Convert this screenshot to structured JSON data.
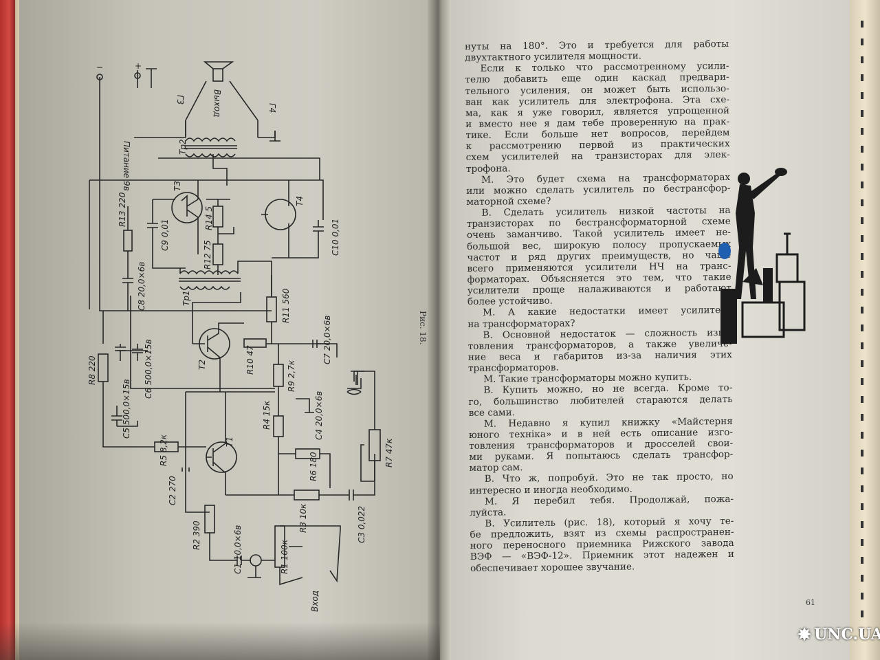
{
  "left_page": {
    "figure_caption": "Рис. 18.",
    "labels": {
      "power": "Питание 9в",
      "output": "Выход",
      "input": "Вход",
      "g3": "Г3",
      "g4": "Г4",
      "tr2": "Тр2",
      "tr1": "Тр1",
      "t1": "Т1",
      "t2": "Т2",
      "t3": "Т3",
      "t4": "Т4",
      "r1": "R1 100к",
      "r2": "R2 390",
      "r3": "R3 10к",
      "r4": "R4 15к",
      "r5": "R5 8,2к",
      "r6": "R6 180",
      "r7": "R7 47к",
      "r8": "R8 220",
      "r9": "R9 2,7к",
      "r10": "R10 47",
      "r11": "R11 560",
      "r12": "R12 75",
      "r13": "R13 220",
      "r14": "R14 5",
      "c1": "C1 10,0×6в",
      "c2": "C2 270",
      "c3": "C3 0,022",
      "c4": "C4 20,0×6в",
      "c5": "C5 500,0×15в",
      "c6": "C6 500,0×15в",
      "c7": "C7 20,0×6в",
      "c8": "C8 20,0×6в",
      "c9": "C9 0,01",
      "c10": "C10 0,01",
      "minus": "−",
      "plus": "+"
    }
  },
  "right_page": {
    "page_number": "61",
    "paragraphs": [
      {
        "lines": [
          "нуты на 180°. Это и требуется для работы",
          "двухтактного усилителя мощности."
        ],
        "first_indent": false
      },
      {
        "lines": [
          "Если к только что рассмотренному усили-",
          "телю добавить еще один каскад предвари-",
          "тельного усиления, он может быть использо-",
          "ван как усилитель для электрофона. Эта схе-",
          "ма, как я уже говорил, является упрощенной",
          "и вместо нее я дам тебе проверенную на прак-",
          "тике. Если больше нет вопросов, перейдем",
          "к рассмотрению первой из практических",
          "схем усилителей на транзисторах для элек-",
          "трофона."
        ],
        "first_indent": true
      },
      {
        "lines": [
          "М. Это будет схема на трансформаторах",
          "или можно сделать усилитель по бестрансфор-",
          "маторной схеме?"
        ],
        "first_indent": true
      },
      {
        "lines": [
          "В. Сделать усилитель низкой частоты на",
          "транзисторах по бестрансформаторной схеме",
          "очень заманчиво. Такой усилитель имеет не-",
          "большой вес, широкую полосу пропускаемых",
          "частот и ряд других преимуществ, но чаще",
          "всего применяются усилители НЧ на транс-",
          "форматорах. Объясняется это тем, что такие",
          "усилители проще налаживаются и работают",
          "более устойчиво."
        ],
        "first_indent": true
      },
      {
        "lines": [
          "М. А какие недостатки имеет усилитель",
          "на трансформаторах?"
        ],
        "first_indent": true
      },
      {
        "lines": [
          "В. Основной недостаток — сложность изго-",
          "товления трансформаторов, а также увеличе-",
          "ние веса и габаритов из-за наличия этих",
          "трансформаторов."
        ],
        "first_indent": true
      },
      {
        "lines": [
          "М. Такие трансформаторы можно купить."
        ],
        "first_indent": true
      },
      {
        "lines": [
          "В. Купить можно, но не всегда. Кроме то-",
          "го, большинство любителей стараются делать",
          "все сами."
        ],
        "first_indent": true
      },
      {
        "lines": [
          "М. Недавно я купил книжку «Майстерня",
          "юного техніка» и в ней есть описание изго-",
          "товления трансформаторов и дросселей свои-",
          "ми руками. Я попытаюсь сделать трансфор-",
          "матор сам."
        ],
        "first_indent": true
      },
      {
        "lines": [
          "В. Что ж, попробуй. Это не так просто, но",
          "интересно и иногда необходимо."
        ],
        "first_indent": true
      },
      {
        "lines": [
          "М. Я перебил тебя. Продолжай, пожа-",
          "луйста."
        ],
        "first_indent": true
      },
      {
        "lines": [
          "В. Усилитель (рис. 18), который я хочу те-",
          "бе предложить, взят из схемы распространен-",
          "ного переносного приемника Рижского завода",
          "ВЭФ — «ВЭФ-12». Приемник этот надежен и",
          "обеспечивает хорошее звучание."
        ],
        "first_indent": true
      }
    ]
  },
  "watermark": {
    "text": "UNC.UA"
  },
  "colors": {
    "cover": "#c23a35",
    "ink": "#222222",
    "illustration_blue": "#1f5fb0"
  }
}
